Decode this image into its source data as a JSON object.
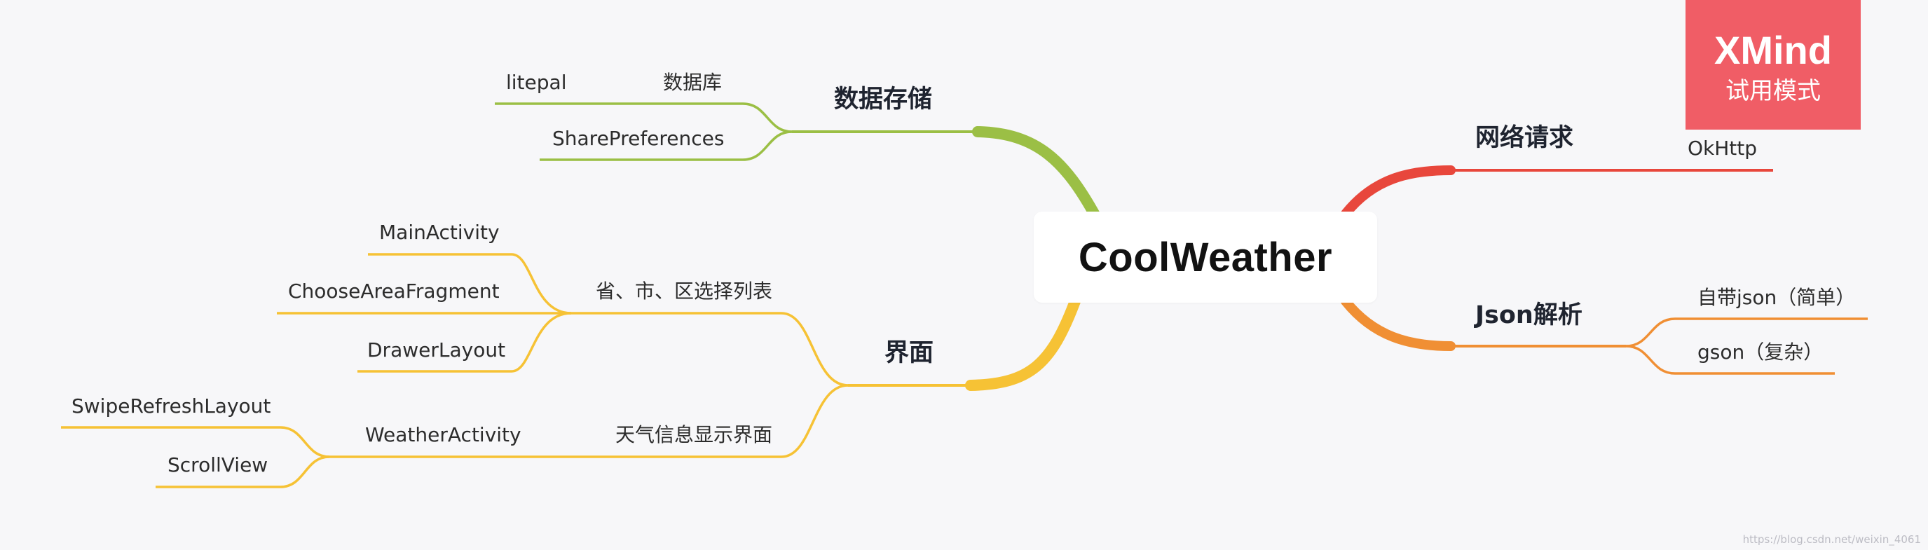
{
  "center": {
    "title": "CoolWeather"
  },
  "colors": {
    "background": "#f7f7f9",
    "storage": "#9bbf45",
    "ui": "#f6c235",
    "network": "#e8473c",
    "json": "#f08f34",
    "watermark": "#f05d66"
  },
  "branches": {
    "storage": {
      "label": "数据存储",
      "items": [
        {
          "label": "数据库",
          "child": "litepal"
        },
        {
          "label": "SharePreferences"
        }
      ]
    },
    "ui": {
      "label": "界面",
      "groups": [
        {
          "label": "省、市、区选择列表",
          "children": [
            "MainActivity",
            "ChooseAreaFragment",
            "DrawerLayout"
          ]
        },
        {
          "label": "天气信息显示界面",
          "child": "WeatherActivity",
          "grandchildren": [
            "SwipeRefreshLayout",
            "ScrollView"
          ]
        }
      ]
    },
    "network": {
      "label": "网络请求",
      "items": [
        "OkHttp"
      ]
    },
    "json": {
      "label": "Json解析",
      "items": [
        "自带json（简单）",
        "gson（复杂）"
      ]
    }
  },
  "watermark": {
    "title": "XMind",
    "subtitle": "试用模式"
  },
  "footer": {
    "url": "https://blog.csdn.net/weixin_4061"
  }
}
